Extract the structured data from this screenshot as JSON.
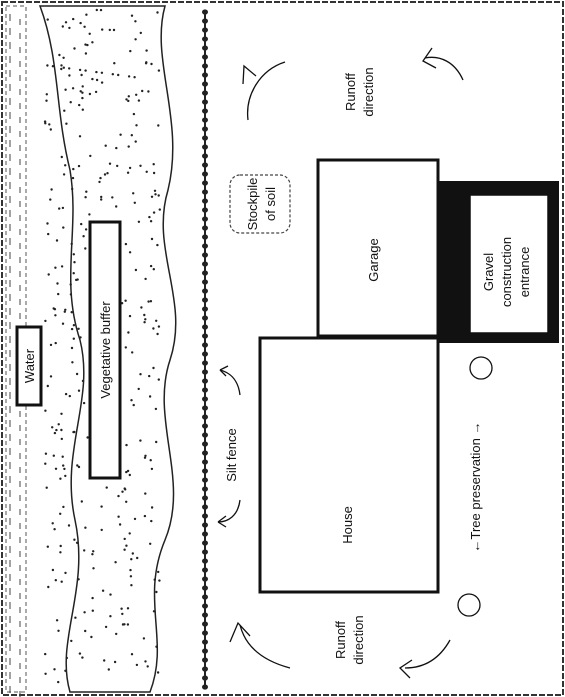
{
  "labels": {
    "water": "Water",
    "vegetative_buffer": "Vegetative buffer",
    "silt_fence": "Silt fence",
    "stockpile": [
      "Stockpile",
      "of soil"
    ],
    "garage": "Garage",
    "gravel": [
      "Gravel",
      "construction",
      "entrance"
    ],
    "house": "House",
    "tree_preservation": "←Tree preservation →",
    "runoff_top": [
      "Runoff",
      "direction"
    ],
    "runoff_bottom": [
      "Runoff",
      "direction"
    ]
  },
  "colors": {
    "ink": "#111111",
    "paper": "#ffffff"
  }
}
